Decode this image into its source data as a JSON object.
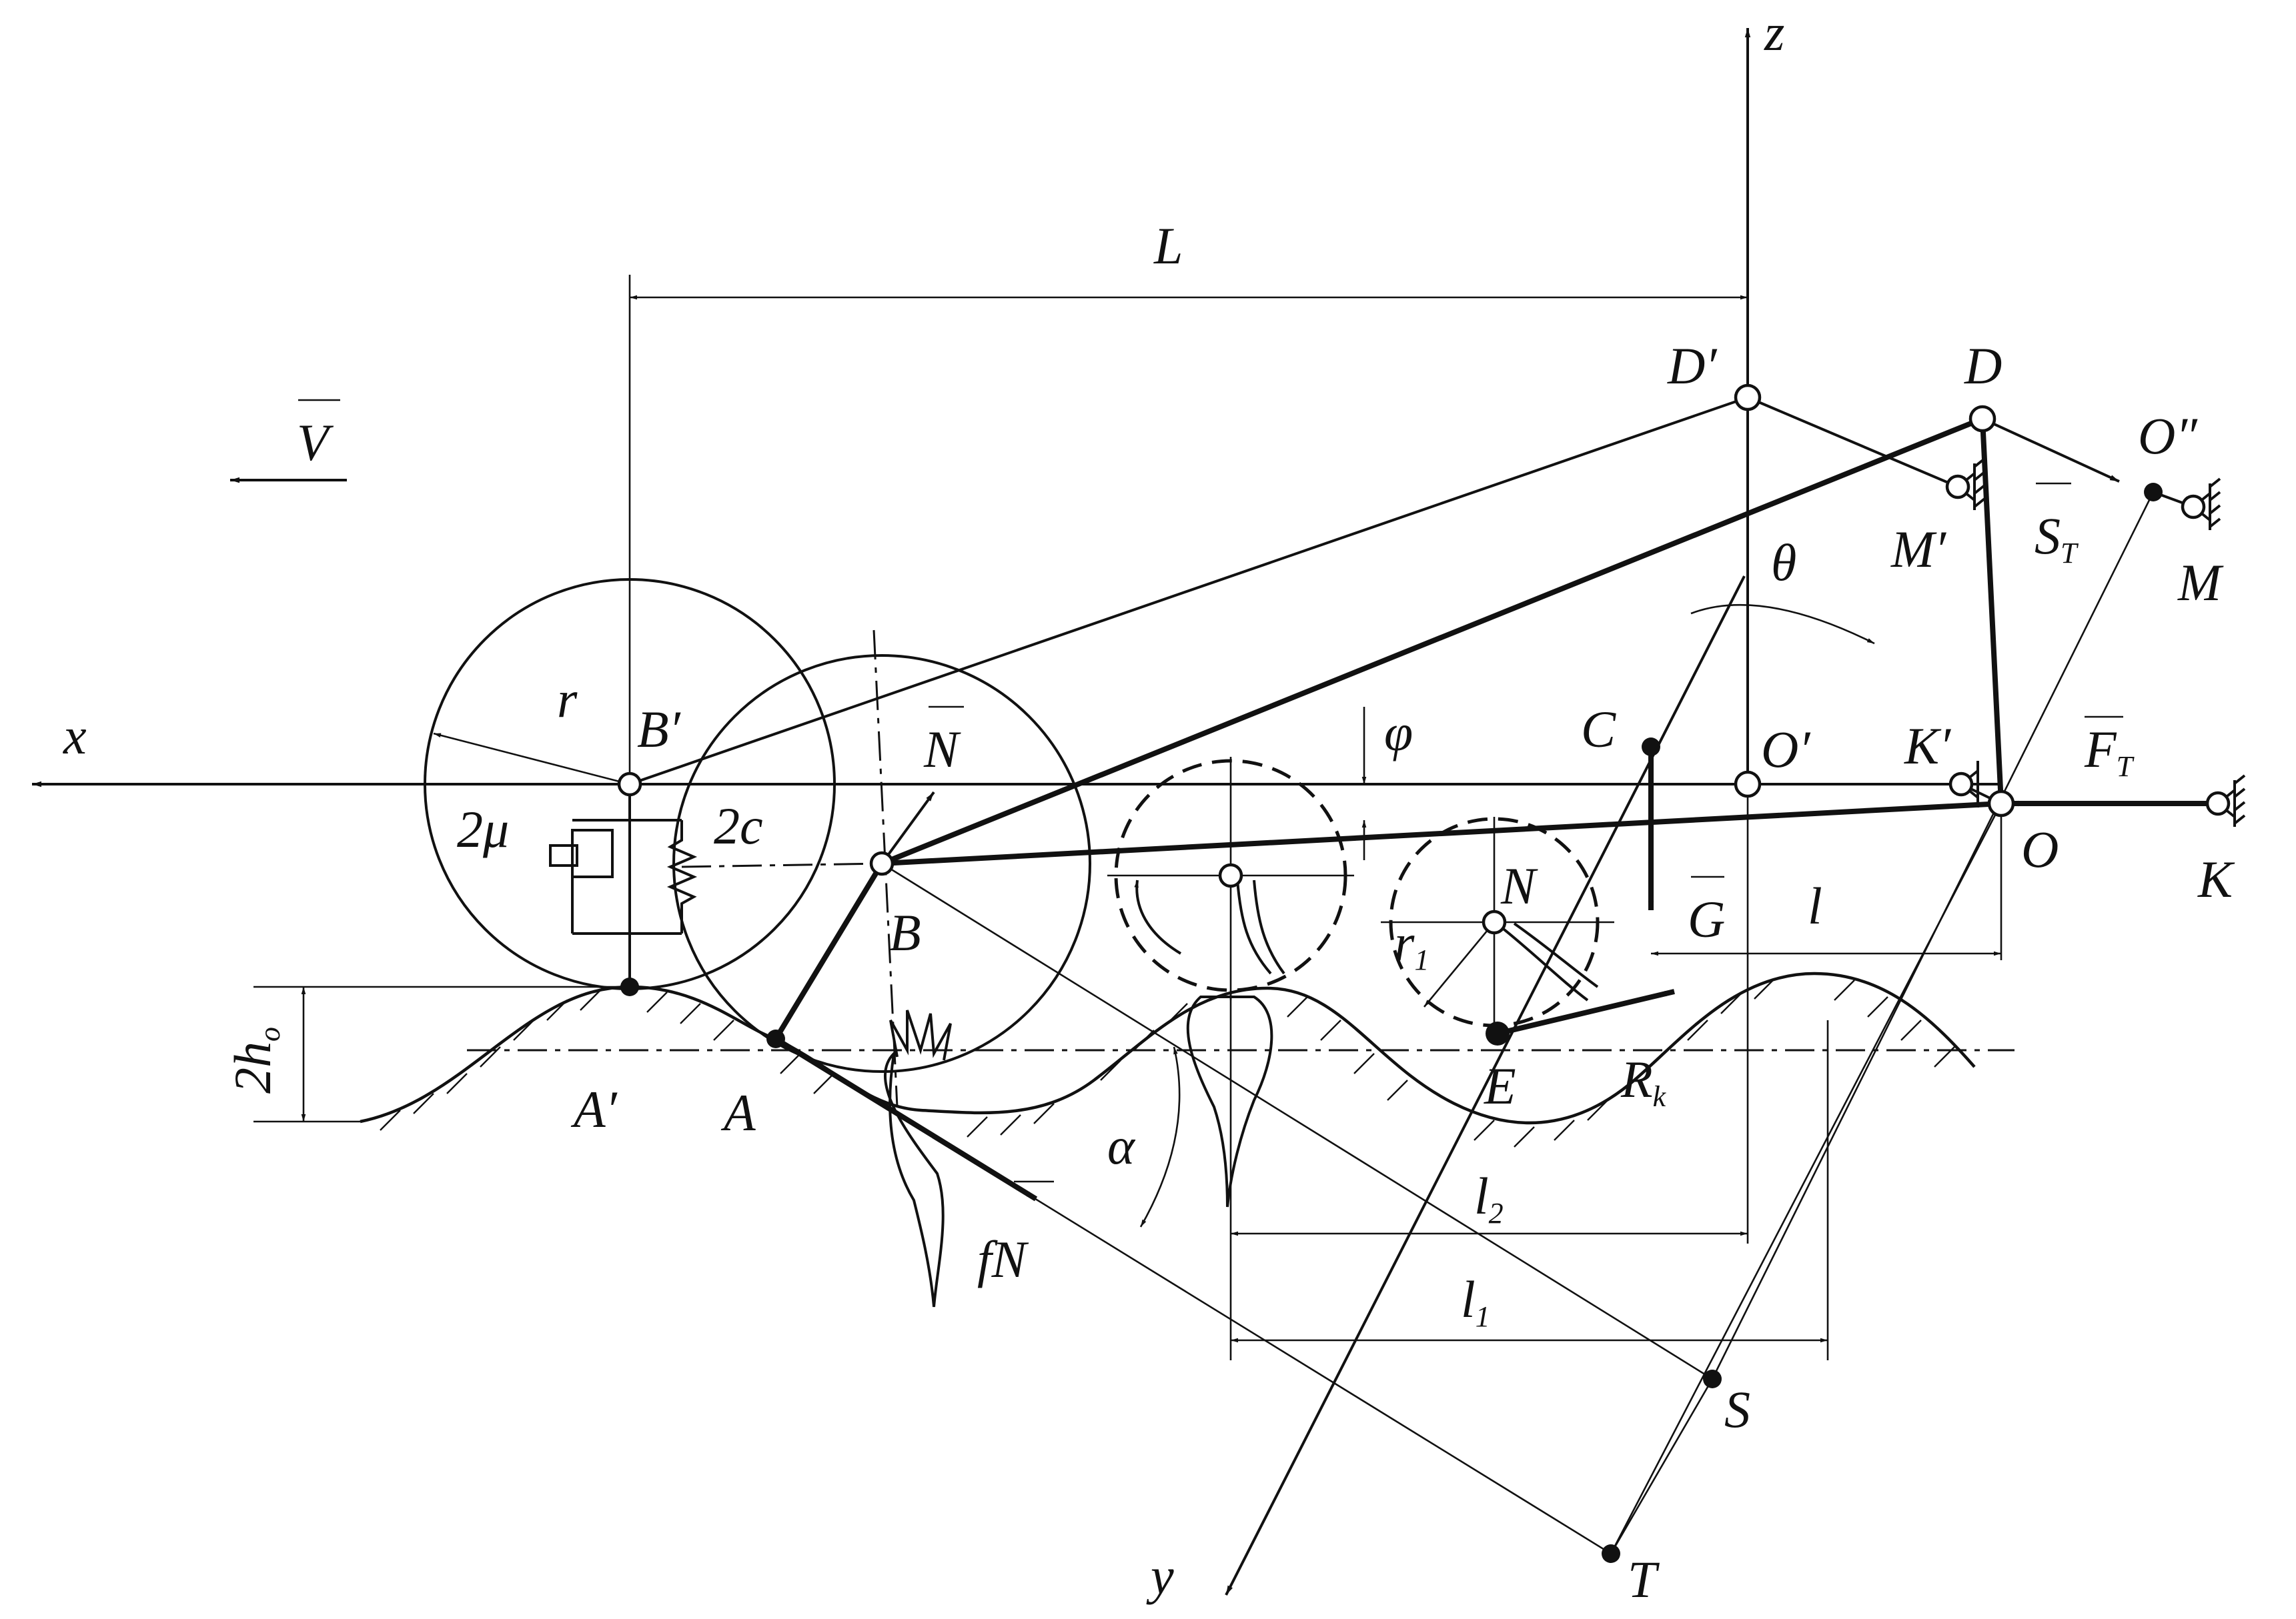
{
  "labels": {
    "z": "z",
    "x": "x",
    "y": "y",
    "L": "L",
    "V": "V",
    "D_prime": "D′",
    "D": "D",
    "O_dprime": "O″",
    "M_prime": "M′",
    "M": "M",
    "S_T_main": "S",
    "S_T_sub": "T",
    "theta": "θ",
    "r": "r",
    "B_prime": "B′",
    "N": "N",
    "phi": "φ",
    "C": "C",
    "O_prime": "O′",
    "K_prime": "K′",
    "F_T_main": "F",
    "F_T_sub": "T",
    "two_mu": "2μ",
    "two_c": "2c",
    "O": "O",
    "K": "K",
    "B": "B",
    "N_small": "N",
    "G": "G",
    "l": "l",
    "r1_main": "r",
    "r1_sub": "1",
    "two_h0_main": "2h",
    "two_h0_sub": "o",
    "A_prime": "A′",
    "A": "A",
    "E": "E",
    "Rk_main": "R",
    "Rk_sub": "k",
    "alpha": "α",
    "fN": "fN",
    "l2_main": "l",
    "l2_sub": "2",
    "l1_main": "l",
    "l1_sub": "1",
    "S": "S",
    "T": "T"
  }
}
